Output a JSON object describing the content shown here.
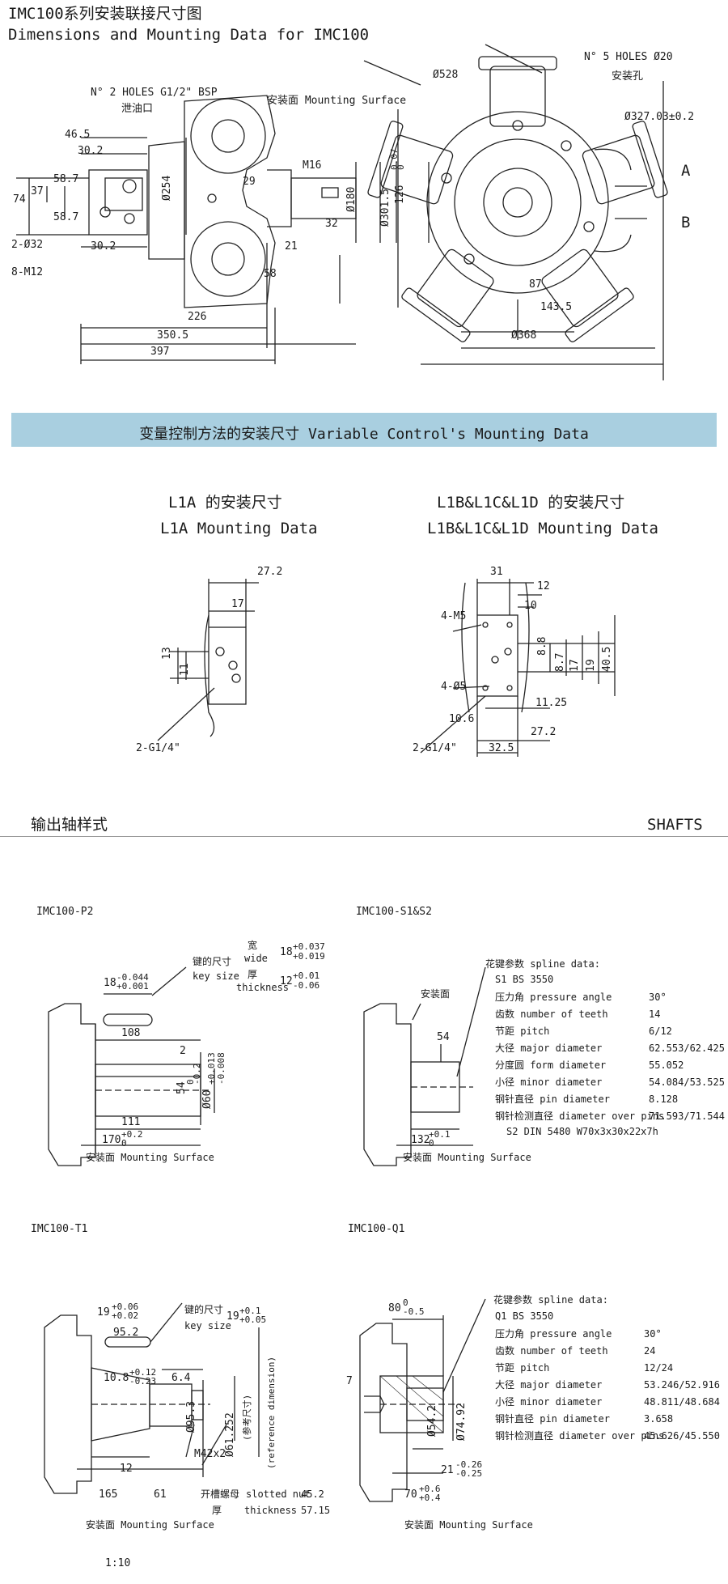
{
  "header": {
    "title_cn": "IMC100系列安装联接尺寸图",
    "title_en": "Dimensions and Mounting Data for IMC100"
  },
  "main_drawing": {
    "left_view": {
      "holes_bsp": "N° 2 HOLES G1/2\" BSP",
      "drain_cn": "泄油口",
      "mount_surface": "安装面 Mounting Surface",
      "dims": [
        "46.5",
        "30.2",
        "74",
        "37",
        "58.7",
        "58.7",
        "2-Ø32",
        "30.2",
        "8-M12",
        "Ø254",
        "29",
        "M16",
        "Ø180",
        "Ø301.5",
        "32",
        "21",
        "58",
        "226",
        "350.5",
        "397"
      ],
      "tol_upper": "0.07",
      "tol_lower": "0"
    },
    "right_view": {
      "dia_528": "Ø528",
      "holes_5": "N° 5 HOLES Ø20",
      "holes_cn": "安装孔",
      "pcd": "Ø327.03±0.2",
      "dim_126": "126",
      "dim_87": "87",
      "dim_143": "143.5",
      "dia_368": "Ø368",
      "label_a": "A",
      "label_b": "B"
    }
  },
  "variable_control": {
    "banner": "变量控制方法的安装尺寸    Variable Control's Mounting Data",
    "l1a": {
      "title_cn": "L1A 的安装尺寸",
      "title_en": "L1A Mounting Data",
      "dims": [
        "27.2",
        "17",
        "13",
        "11"
      ],
      "port": "2-G1/4\""
    },
    "l1b": {
      "title_cn": "L1B&L1C&L1D 的安装尺寸",
      "title_en": "L1B&L1C&L1D Mounting Data",
      "dims": [
        "31",
        "12",
        "10",
        "4-M5",
        "8.8",
        "8.7",
        "17",
        "19",
        "40.5",
        "4-Ø5",
        "11.25",
        "10.6",
        "27.2",
        "32.5"
      ],
      "port": "2-G1/4\""
    }
  },
  "shafts": {
    "title_cn": "输出轴样式",
    "title_en": "SHAFTS",
    "p2": {
      "name": "IMC100-P2",
      "key_cn": "键的尺寸",
      "key_en": "key size",
      "wide_cn": "宽",
      "wide_en": "wide",
      "thick_cn": "厚",
      "thick_en": "thickness",
      "wide_val": "18",
      "wide_tol_u": "+0.037",
      "wide_tol_l": "+0.019",
      "thick_val": "12",
      "thick_tol_u": "+0.01",
      "thick_tol_l": "-0.06",
      "key_dim": "18",
      "key_dim_tol_u": "-0.044",
      "key_dim_tol_l": "+0.001",
      "dims": [
        "108",
        "2",
        "54",
        "Ø60",
        "111",
        "170"
      ],
      "d54_tol_u": "0",
      "d54_tol_l": "-0.2",
      "d60_tol_u": "+0.013",
      "d60_tol_l": "-0.008",
      "len_tol_u": "+0.2",
      "len_tol_l": "0",
      "mount": "安装面 Mounting Surface"
    },
    "s1s2": {
      "name": "IMC100-S1&S2",
      "mount_cn": "安装面",
      "dim_54": "54",
      "dim_132": "132",
      "dim_132_tol_u": "+0.1",
      "dim_132_tol_l": "0",
      "spline_head": "花键参数 spline data:",
      "spline_std": "S1 BS 3550",
      "rows": [
        {
          "label": "压力角 pressure angle",
          "value": "30°"
        },
        {
          "label": "齿数 number of teeth",
          "value": "14"
        },
        {
          "label": "节距 pitch",
          "value": "6/12"
        },
        {
          "label": "大径 major diameter",
          "value": "62.553/62.425"
        },
        {
          "label": "分度圆 form diameter",
          "value": "55.052"
        },
        {
          "label": "小径 minor diameter",
          "value": "54.084/53.525"
        },
        {
          "label": "钢针直径 pin diameter",
          "value": "8.128"
        },
        {
          "label": "钢针检测直径 diameter over pins",
          "value": "71.593/71.544"
        }
      ],
      "s2_line": "S2 DIN 5480 W70x3x30x22x7h",
      "mount": "安装面 Mounting Surface"
    },
    "t1": {
      "name": "IMC100-T1",
      "key_cn": "键的尺寸",
      "key_en": "key size",
      "key_val": "19",
      "key_tol_u": "+0.1",
      "key_tol_l": "+0.05",
      "dim19": "19",
      "dim19_tol_u": "+0.06",
      "dim19_tol_l": "+0.02",
      "dims": [
        "95.2",
        "10.8",
        "6.4",
        "Ø95.3",
        "Ø61.252",
        "M42x2",
        "12",
        "165",
        "61"
      ],
      "d108_tol_u": "+0.12",
      "d108_tol_l": "-0.23",
      "ref_cn": "(参考尺寸)",
      "ref_en": "(reference dimension)",
      "nut_cn": "开槽螺母",
      "nut_en": "slotted nut",
      "nut_val": "45.2",
      "thick_cn": "厚",
      "thick_en": "thickness",
      "thick_val": "57.15",
      "mount": "安装面 Mounting Surface",
      "scale": "1:10"
    },
    "q1": {
      "name": "IMC100-Q1",
      "dim80": "80",
      "dim80_tol_u": "0",
      "dim80_tol_l": "-0.5",
      "dim7": "7",
      "dims": [
        "Ø54.2",
        "Ø74.92"
      ],
      "dim21": "21",
      "dim21_tol_u": "-0.26",
      "dim21_tol_l": "-0.25",
      "dim70": "70",
      "dim70_tol_u": "+0.6",
      "dim70_tol_l": "+0.4",
      "spline_head": "花键参数 spline data:",
      "spline_std": "Q1 BS 3550",
      "rows": [
        {
          "label": "压力角 pressure angle",
          "value": "30°"
        },
        {
          "label": "齿数 number of teeth",
          "value": "24"
        },
        {
          "label": "节距 pitch",
          "value": "12/24"
        },
        {
          "label": "大径 major diameter",
          "value": "53.246/52.916"
        },
        {
          "label": "小径 minor diameter",
          "value": "48.811/48.684"
        },
        {
          "label": "钢针直径 pin diameter",
          "value": "3.658"
        },
        {
          "label": "钢针检测直径 diameter over pins",
          "value": "45.626/45.550"
        }
      ],
      "mount": "安装面 Mounting Surface"
    }
  }
}
